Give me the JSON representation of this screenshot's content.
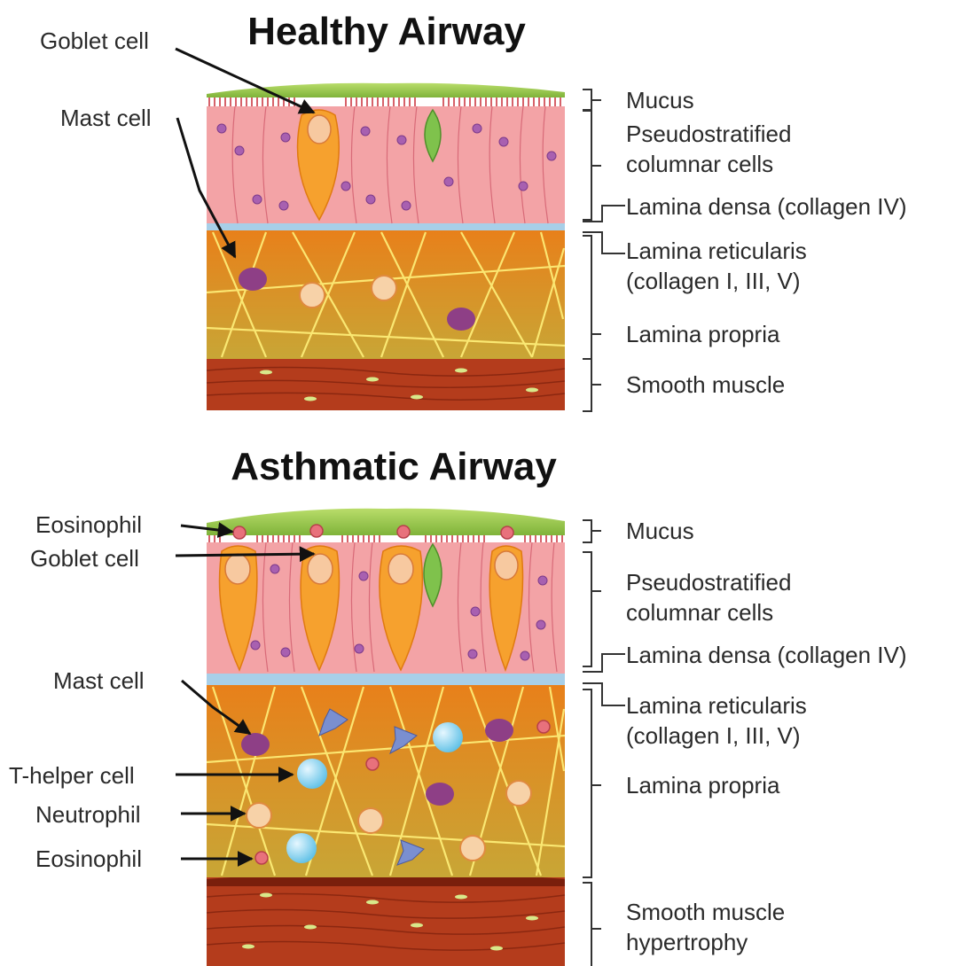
{
  "healthy": {
    "title": "Healthy Airway",
    "cell_labels": {
      "goblet": "Goblet cell",
      "mast": "Mast cell"
    },
    "layers": {
      "mucus": "Mucus",
      "pseudo_1": "Pseudostratified",
      "pseudo_2": "columnar cells",
      "lamina_densa": "Lamina densa (collagen IV)",
      "lamina_reticularis_1": "Lamina reticularis",
      "lamina_reticularis_2": "(collagen I, III, V)",
      "lamina_propria": "Lamina propria",
      "smooth_muscle": "Smooth muscle"
    }
  },
  "asthmatic": {
    "title": "Asthmatic Airway",
    "cell_labels": {
      "eosinophil_top": "Eosinophil",
      "goblet": "Goblet cell",
      "mast": "Mast cell",
      "t_helper": "T-helper cell",
      "neutrophil": "Neutrophil",
      "eosinophil_bottom": "Eosinophil"
    },
    "layers": {
      "mucus": "Mucus",
      "pseudo_1": "Pseudostratified",
      "pseudo_2": "columnar cells",
      "lamina_densa": "Lamina densa (collagen IV)",
      "lamina_reticularis_1": "Lamina reticularis",
      "lamina_reticularis_2": "(collagen I, III, V)",
      "lamina_propria": "Lamina propria",
      "smooth_muscle_1": "Smooth muscle",
      "smooth_muscle_2": "hypertrophy"
    }
  },
  "colors": {
    "mucus": "#9ccd4a",
    "epithelium": "#f3a3a6",
    "goblet": "#f6a12e",
    "basement": "#a8cfe8",
    "propria_top": "#e8861c",
    "propria_bottom": "#c9a332",
    "fibers": "#fff07a",
    "muscle": "#b8401e",
    "mast": "#8e3f86",
    "t_helper": "#8fd3ee",
    "eosinophil": "#e8717c",
    "neutrophil": "#f5c89a"
  }
}
